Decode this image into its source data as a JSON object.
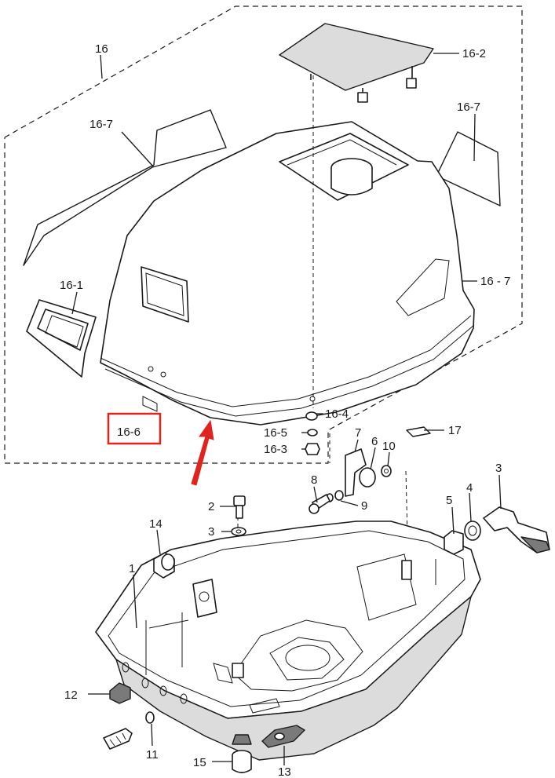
{
  "labels": {
    "p16": "16",
    "p16_2": "16-2",
    "p16_7_a": "16-7",
    "p16_7_b": "16-7",
    "p16_7_c": "16 - 7",
    "p16_1": "16-1",
    "p16_6": "16-6",
    "p16_4": "16-4",
    "p16_5": "16-5",
    "p16_3": "16-3",
    "p7": "7",
    "p6": "6",
    "p10": "10",
    "p17": "17",
    "p3a": "3",
    "p8": "8",
    "p9": "9",
    "p5": "5",
    "p4": "4",
    "p2": "2",
    "p3b": "3",
    "p14": "14",
    "p1": "1",
    "p12": "12",
    "p11": "11",
    "p15": "15",
    "p13": "13"
  },
  "highlight": {
    "part": "16-6",
    "box_color": "#e0231c",
    "arrow_color": "#e0231c"
  }
}
